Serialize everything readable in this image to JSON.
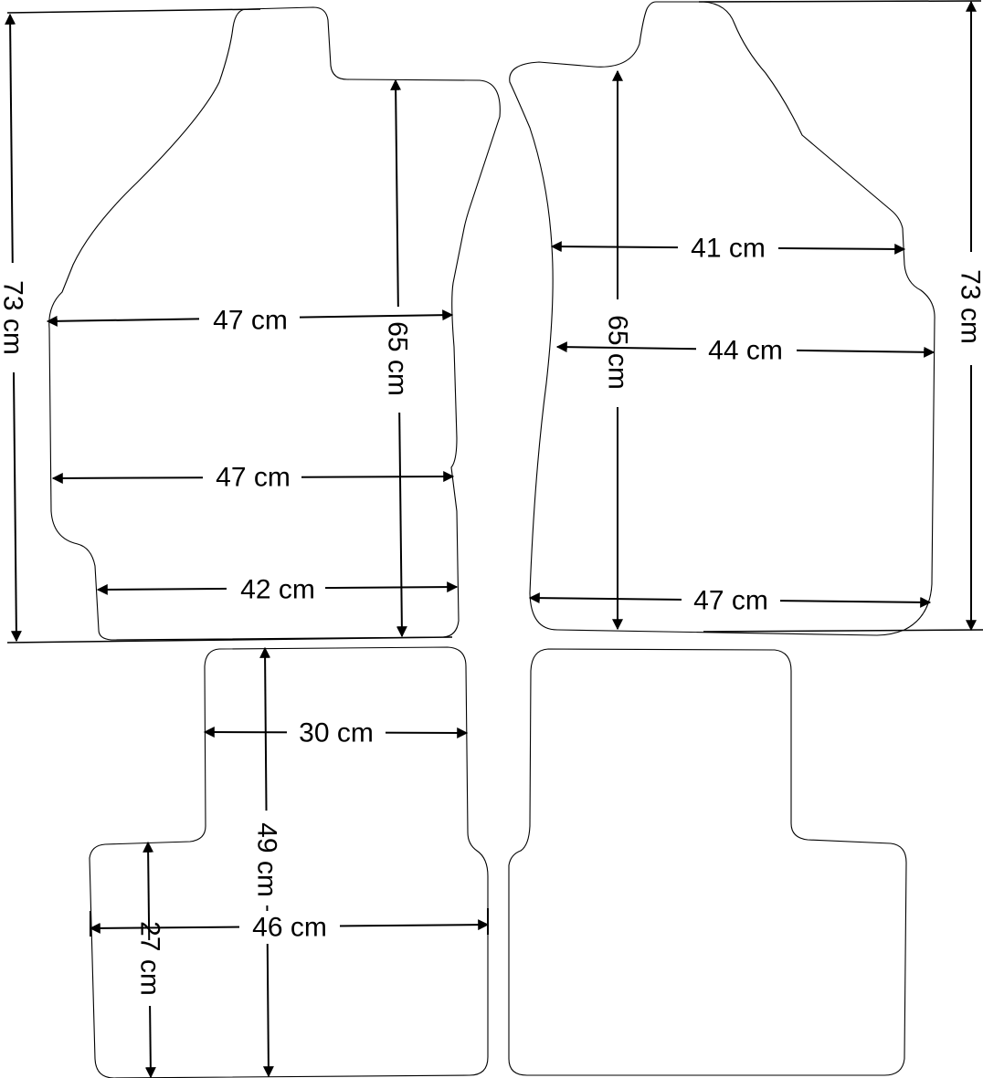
{
  "mats": {
    "front_left": {
      "width_top": "47 cm",
      "width_mid": "47 cm",
      "width_bottom": "42 cm",
      "height_inner": "65 cm",
      "height_outer": "73 cm"
    },
    "front_right": {
      "width_top": "41 cm",
      "width_mid": "44 cm",
      "width_bottom": "47 cm",
      "height_inner": "65 cm",
      "height_outer": "73 cm"
    },
    "rear_left": {
      "width_top": "30 cm",
      "width_bottom": "46 cm",
      "height_full": "49 cm",
      "height_lower": "27 cm"
    }
  }
}
